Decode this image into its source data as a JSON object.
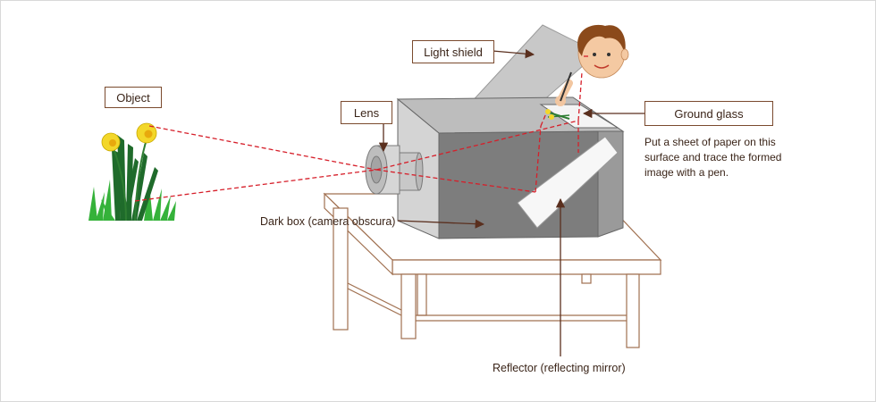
{
  "labels": {
    "object": "Object",
    "lens": "Lens",
    "light_shield": "Light shield",
    "ground_glass": "Ground glass",
    "dark_box": "Dark box (camera obscura)",
    "reflector": "Reflector (reflecting mirror)"
  },
  "note": {
    "lines": [
      "Put a sheet of paper on this",
      "surface and trace the formed",
      "image with a pen."
    ]
  },
  "colors": {
    "label_border": "#7a4a2e",
    "arrow": "#5a2f1e",
    "ray": "#d61f2a",
    "table_line": "#a07050",
    "box_dark": "#7d7d7d",
    "box_light": "#bdbdbd"
  }
}
